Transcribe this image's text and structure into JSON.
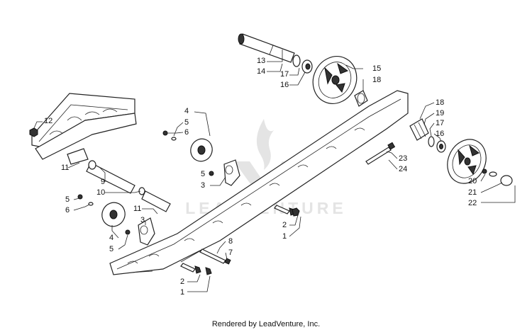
{
  "watermark": {
    "text": "LEADVENTURE"
  },
  "footer": {
    "text": "Rendered by LeadVenture, Inc."
  },
  "callouts": {
    "c13": "13",
    "c14": "14",
    "c17a": "17",
    "c16a": "16",
    "c15": "15",
    "c18a": "18",
    "c12": "12",
    "c4a": "4",
    "c5a": "5",
    "c6a": "6",
    "c18b": "18",
    "c19": "19",
    "c17b": "17",
    "c16b": "16",
    "c11a": "11",
    "c9": "9",
    "c10": "10",
    "c5b": "5",
    "c3a": "3",
    "c23": "23",
    "c24": "24",
    "c5c": "5",
    "c6b": "6",
    "c11b": "11",
    "c3b": "3",
    "c4b": "4",
    "c5d": "5",
    "c2a": "2",
    "c1a": "1",
    "c8": "8",
    "c7": "7",
    "c20": "20",
    "c21": "21",
    "c22": "22",
    "c2b": "2",
    "c1b": "1"
  }
}
